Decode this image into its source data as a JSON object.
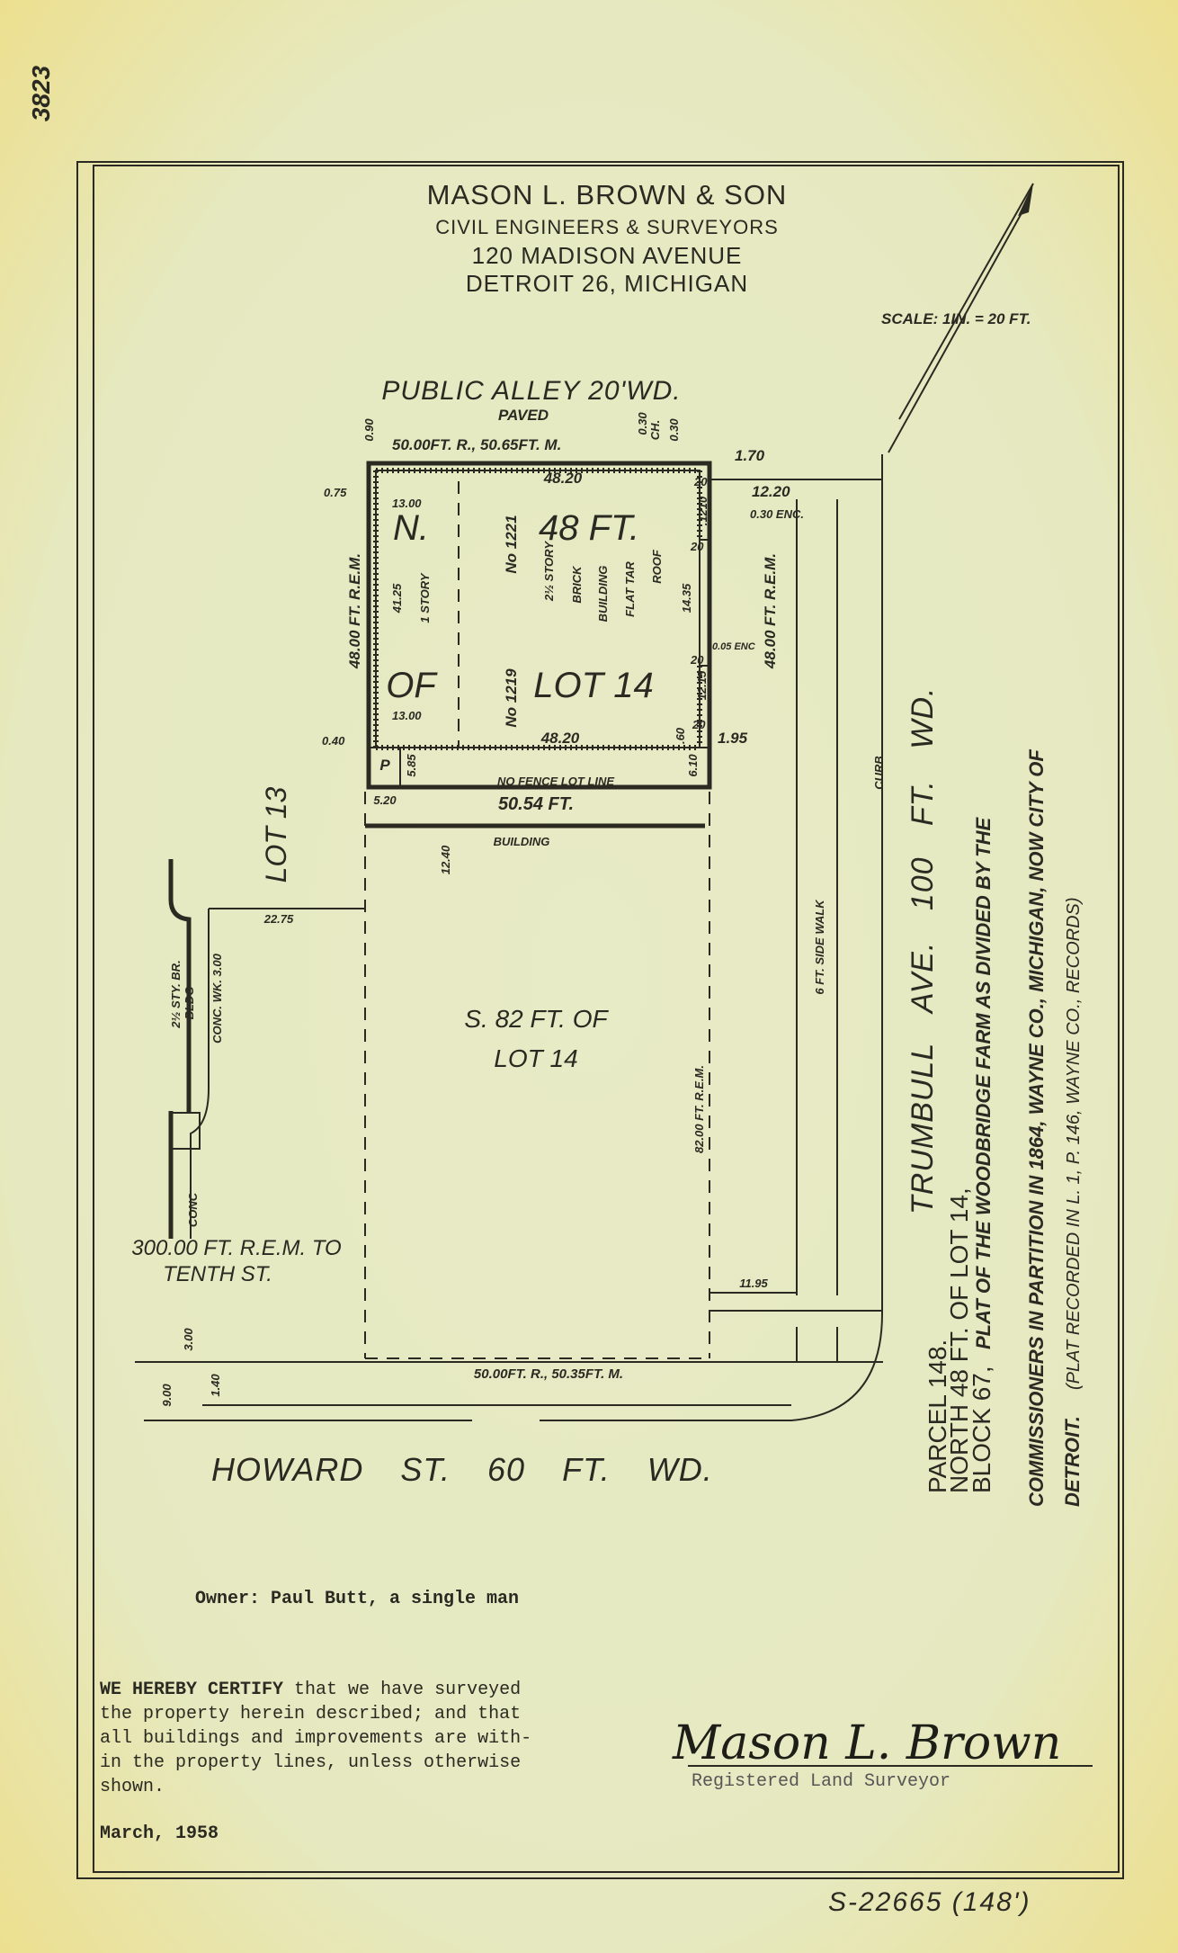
{
  "stamp_number": "3823",
  "header": {
    "firm": "MASON L. BROWN & SON",
    "profession": "CIVIL ENGINEERS & SURVEYORS",
    "address": "120 MADISON AVENUE",
    "city": "DETROIT 26, MICHIGAN"
  },
  "scale": "SCALE: 1IN. = 20 FT.",
  "streets": {
    "alley": "PUBLIC ALLEY 20'WD.",
    "alley_surface": "PAVED",
    "howard": "HOWARD ST. 60 FT. WD.",
    "trumbull": "TRUMBULL AVE. 100 FT. WD."
  },
  "labels": {
    "d090": "0.90",
    "top_dim": "50.00FT. R., 50.65FT. M.",
    "d030a": "0.30",
    "ch": "CH.",
    "d030b": "0.30",
    "d170": "1.70",
    "d075": "0.75",
    "top4820": "48.20",
    "d1220": "12.20",
    "enc030": "0.30 ENC.",
    "n1300": "13.00",
    "n_label": "N.",
    "ft48": "48 FT.",
    "no1221": "No 1221",
    "story1": "1 STORY",
    "s1": "2½ STORY",
    "s2": "BRICK",
    "s3": "BUILDING",
    "s4": "FLAT TAR",
    "s5": "ROOF",
    "d4125": "41.25",
    "left_rem": "48.00 FT. R.E.M.",
    "right_rem": "48.00 FT. R.E.M.",
    "d1435": "14.35",
    "d1210": ".1210",
    "d20a": "20",
    "d20b": "20",
    "d1215": "12.15",
    "d20c": "20",
    "d060": ".60",
    "d20d": "20",
    "enc005": "0.05 ENC",
    "of_label": "OF",
    "lot14": "LOT 14",
    "no1219": "No 1219",
    "s1300": "13.00",
    "bot4820": "48.20",
    "d195": "1.95",
    "d040": "0.40",
    "p": "P",
    "d585": "5.85",
    "nofence": "NO FENCE     LOT LINE",
    "d610": "6.10",
    "d520": "5.20",
    "d5054": "50.54     FT.",
    "d1240": "12.40",
    "building": "BUILDING",
    "lot13": "LOT 13",
    "d2275": "22.75",
    "adj_bldg": "2½ STY. BR.",
    "adj_bldg2": "BLDG",
    "conc_wk": "CONC. WK. 3.00",
    "conc": "CONC",
    "rem300": "300.00 FT. R.E.M. TO",
    "tenth": "TENTH ST.",
    "s82": "S. 82 FT. OF",
    "s82lot": "LOT 14",
    "rem82": "82.00 FT. R.E.M.",
    "sidewalk": "6 FT.   SIDE WALK",
    "curb": "CURB",
    "d1195": "11.95",
    "d300": "3.00",
    "d900": "9.00",
    "d140": "1.40",
    "bottom_dim": "50.00FT. R., 50.35FT. M."
  },
  "description": {
    "line1": "PARCEL 148.",
    "line2": "NORTH 48 FT. OF LOT 14,",
    "line3": "BLOCK 67,",
    "line3_bold": "PLAT OF THE WOODBRIDGE FARM AS DIVIDED BY THE",
    "line4": "COMMISSIONERS IN PARTITION IN 1864, WAYNE CO., MICHIGAN, NOW CITY OF",
    "line5_bold": "DETROIT.",
    "line5": "(PLAT RECORDED IN L. 1, P. 146, WAYNE CO., RECORDS)"
  },
  "owner": "Owner:  Paul Butt, a single man",
  "certification": {
    "lead": "WE HEREBY CERTIFY",
    "lines": [
      " that we have surveyed",
      "the property herein described; and that",
      "all buildings and improvements are with-",
      "in the property lines, unless otherwise",
      "shown."
    ],
    "date": "March, 1958"
  },
  "signature": {
    "name": "Mason L. Brown",
    "title": "Registered Land Surveyor"
  },
  "file_number": "S-22665 (148')"
}
